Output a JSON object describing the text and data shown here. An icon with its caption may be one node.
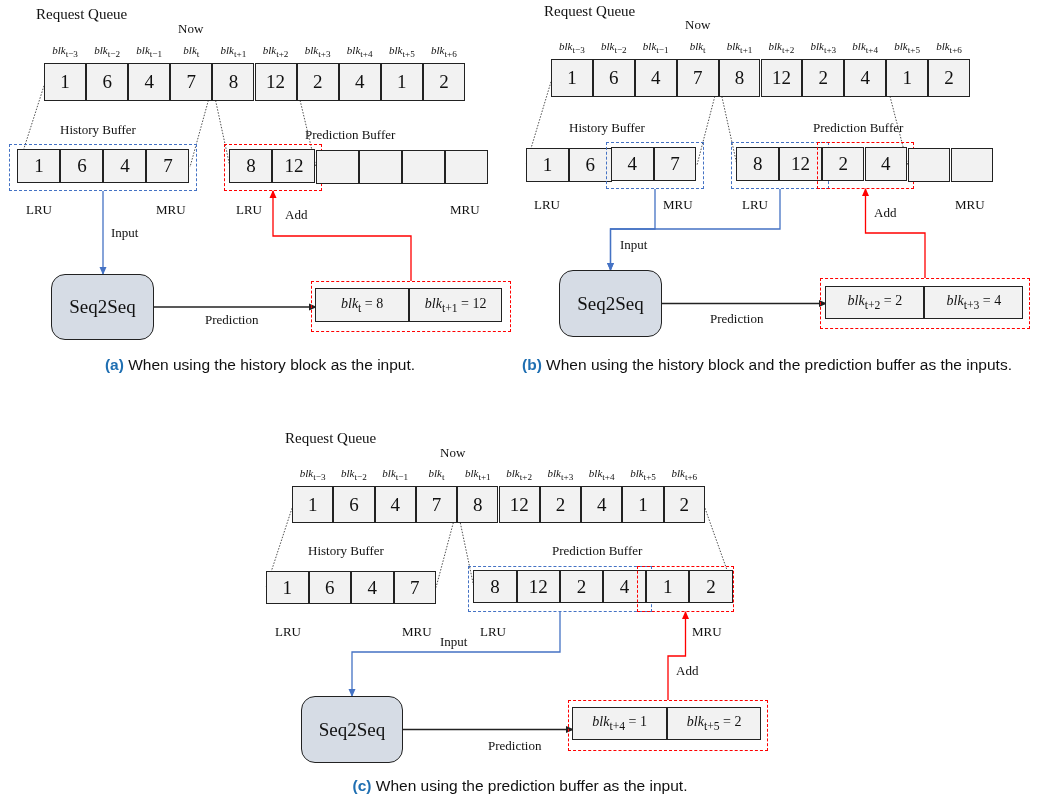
{
  "diagram": {
    "nodes": [
      {
        "text": [
          "1"
        ],
        "beside": [
          "*blk*$_{t−3}$"
        ]
      },
      {
        "text": [
          "6"
        ],
        "beside": [
          "*blk*$_{t−2}$"
        ]
      },
      {
        "text": [
          "4"
        ],
        "beside": [
          "*blk*$_{t−1}$"
        ]
      },
      {
        "text": [
          "7"
        ],
        "beside": [
          "*blk*$_{t}$"
        ]
      },
      {
        "text": [
          "8"
        ],
        "beside": [
          "*blk*$_{t+1}$"
        ]
      },
      {
        "text": [
          "12"
        ],
        "beside": [
          "*blk*$_{t+2}$"
        ]
      },
      {
        "text": [
          "2"
        ],
        "beside": [
          "*blk*$_{t+3}$"
        ]
      },
      {
        "text": [
          "4"
        ],
        "beside": [
          "*blk*$_{t+4}$"
        ]
      },
      {
        "text": [
          "1"
        ],
        "beside": [
          "*blk*$_{t+5}$"
        ]
      },
      {
        "text": [
          "2"
        ],
        "beside": [
          "*blk*$_{t+6}$"
        ]
      },
      {
        "text": [],
        "shape": "box"
      },
      {
        "text": [
          "1"
        ],
        "in": 10
      },
      {
        "text": [
          "6"
        ],
        "in": 10
      },
      {
        "text": [
          "4"
        ],
        "in": 10
      },
      {
        "text": [
          "7"
        ],
        "in": 10
      },
      {
        "text": [],
        "shape": "box"
      },
      {
        "text": [
          "8"
        ],
        "in": 15
      },
      {
        "text": [
          "12"
        ],
        "in": 15
      },
      {
        "text": [],
        "shape": "box"
      },
      {
        "text": [],
        "shape": "box"
      },
      {
        "text": [],
        "shape": "box"
      },
      {
        "text": [],
        "shape": "box"
      },
      {
        "text": [
          "Seq2Seq"
        ]
      },
      {
        "text": [],
        "shape": "box"
      },
      {
        "text": [
          "*blk*$_{t}$ = 8"
        ],
        "in": 23
      },
      {
        "text": [
          "*blk*$_{t+1}$ = 12"
        ],
        "in": 23
      },
      {
        "text": [
          "1"
        ],
        "beside": [
          "*blk*$_{t−3}$"
        ]
      },
      {
        "text": [
          "6"
        ],
        "beside": [
          "*blk*$_{t−2}$"
        ]
      },
      {
        "text": [
          "4"
        ],
        "beside": [
          "*blk*$_{t−1}$"
        ]
      },
      {
        "text": [
          "7"
        ],
        "beside": [
          "*blk*$_{t}$"
        ]
      },
      {
        "text": [
          "8"
        ],
        "beside": [
          "*blk*$_{t+1}$"
        ]
      },
      {
        "text": [
          "12"
        ],
        "beside": [
          "*blk*$_{t+2}$"
        ]
      },
      {
        "text": [
          "2"
        ],
        "beside": [
          "*blk*$_{t+3}$"
        ]
      },
      {
        "text": [
          "4"
        ],
        "beside": [
          "*blk*$_{t+4}$"
        ]
      },
      {
        "text": [
          "1"
        ],
        "beside": [
          "*blk*$_{t+5}$"
        ]
      },
      {
        "text": [
          "2"
        ],
        "beside": [
          "*blk*$_{t+6}$"
        ]
      },
      {
        "text": [
          "1"
        ]
      },
      {
        "text": [
          "6"
        ]
      },
      {
        "text": [],
        "shape": "box"
      },
      {
        "text": [
          "4"
        ],
        "in": 38
      },
      {
        "text": [
          "7"
        ],
        "in": 38
      },
      {
        "text": [],
        "shape": "box"
      },
      {
        "text": [
          "8"
        ],
        "in": 41
      },
      {
        "text": [
          "12"
        ],
        "in": 41
      },
      {
        "text": [],
        "shape": "box"
      },
      {
        "text": [
          "2"
        ],
        "in": 44
      },
      {
        "text": [
          "4"
        ],
        "in": 44
      },
      {
        "text": [],
        "shape": "box"
      },
      {
        "text": [],
        "shape": "box"
      },
      {
        "text": [
          "Seq2Seq"
        ]
      },
      {
        "text": [],
        "shape": "box"
      },
      {
        "text": [
          "*blk*$_{t+2}$ = 2"
        ],
        "in": 50
      },
      {
        "text": [
          "*blk*$_{t+3}$ = 4"
        ],
        "in": 50
      },
      {
        "text": [
          "1"
        ],
        "beside": [
          "*blk*$_{t−3}$"
        ]
      },
      {
        "text": [
          "6"
        ],
        "beside": [
          "*blk*$_{t−2}$"
        ]
      },
      {
        "text": [
          "4"
        ],
        "beside": [
          "*blk*$_{t−1}$"
        ]
      },
      {
        "text": [
          "7"
        ],
        "beside": [
          "*blk*$_{t}$"
        ]
      },
      {
        "text": [
          "8"
        ],
        "beside": [
          "*blk*$_{t+1}$"
        ]
      },
      {
        "text": [
          "12"
        ],
        "beside": [
          "*blk*$_{t+2}$"
        ]
      },
      {
        "text": [
          "2"
        ],
        "beside": [
          "*blk*$_{t+3}$"
        ]
      },
      {
        "text": [
          "4"
        ],
        "beside": [
          "*blk*$_{t+4}$"
        ]
      },
      {
        "text": [
          "1"
        ],
        "beside": [
          "*blk*$_{t+5}$"
        ]
      },
      {
        "text": [
          "2"
        ],
        "beside": [
          "*blk*$_{t+6}$"
        ]
      },
      {
        "text": [
          "1"
        ]
      },
      {
        "text": [
          "6"
        ]
      },
      {
        "text": [
          "4"
        ]
      },
      {
        "text": [
          "7"
        ]
      },
      {
        "text": [],
        "shape": "box"
      },
      {
        "text": [
          "8"
        ],
        "in": 67
      },
      {
        "text": [
          "12"
        ],
        "in": 67
      },
      {
        "text": [
          "2"
        ],
        "in": 67
      },
      {
        "text": [
          "4"
        ],
        "in": 67
      },
      {
        "text": [],
        "shape": "box"
      },
      {
        "text": [
          "1"
        ],
        "in": 72
      },
      {
        "text": [
          "2"
        ],
        "in": 72
      },
      {
        "text": [
          "Seq2Seq"
        ]
      },
      {
        "text": [],
        "shape": "box"
      },
      {
        "text": [
          "*blk*$_{t+4}$ = 1"
        ],
        "in": 76
      },
      {
        "text": [
          "*blk*$_{t+5}$ = 2"
        ],
        "in": 76
      }
    ],
    "edges": [
      {
        "from": 0,
        "to": 11,
        "arrow": "none",
        "style": "dashed"
      },
      {
        "from": 3,
        "to": 14,
        "arrow": "none",
        "style": "dashed"
      },
      {
        "from": 4,
        "to": 16,
        "arrow": "none",
        "style": "dashed"
      },
      {
        "from": 6,
        "to": 17,
        "arrow": "none",
        "style": "dashed"
      },
      {
        "from": 10,
        "to": 22,
        "arrow": "to",
        "label": "Input",
        "color": "#4472c4"
      },
      {
        "from": 22,
        "to": 24,
        "arrow": "to",
        "label": "Prediction"
      },
      {
        "from": 23,
        "to": 15,
        "arrow": "to",
        "label": "Add",
        "color": "#ff0000"
      },
      {
        "from": 26,
        "to": 36,
        "arrow": "none",
        "style": "dashed"
      },
      {
        "from": 29,
        "to": 40,
        "arrow": "none",
        "style": "dashed"
      },
      {
        "from": 30,
        "to": 42,
        "arrow": "none",
        "style": "dashed"
      },
      {
        "from": 34,
        "to": 46,
        "arrow": "none",
        "style": "dashed"
      },
      {
        "from": 38,
        "to": 49,
        "arrow": "to",
        "label": "Input",
        "color": "#4472c4"
      },
      {
        "from": 41,
        "to": 49,
        "arrow": "to",
        "color": "#4472c4"
      },
      {
        "from": 49,
        "to": 51,
        "arrow": "to",
        "label": "Prediction"
      },
      {
        "from": 50,
        "to": 44,
        "arrow": "to",
        "label": "Add",
        "color": "#ff0000"
      },
      {
        "from": 53,
        "to": 63,
        "arrow": "none",
        "style": "dashed"
      },
      {
        "from": 56,
        "to": 66,
        "arrow": "none",
        "style": "dashed"
      },
      {
        "from": 57,
        "to": 68,
        "arrow": "none",
        "style": "dashed"
      },
      {
        "from": 62,
        "to": 74,
        "arrow": "none",
        "style": "dashed"
      },
      {
        "from": 67,
        "to": 75,
        "arrow": "to",
        "label": "Input",
        "color": "#4472c4"
      },
      {
        "from": 75,
        "to": 77,
        "arrow": "to",
        "label": "Prediction"
      },
      {
        "from": 76,
        "to": 72,
        "arrow": "to",
        "label": "Add",
        "color": "#ff0000"
      }
    ],
    "labels": [
      "Request Queue",
      "Now",
      "History Buffer",
      "Prediction Buffer",
      "LRU",
      "MRU",
      "LRU",
      "MRU",
      "**(a)** When using the history block as the input.",
      "Request Queue",
      "Now",
      "History Buffer",
      "Prediction Buffer",
      "LRU",
      "MRU",
      "LRU",
      "MRU",
      "**(b)** When using the history block and the prediction buffer as the inputs.",
      "Request Queue",
      "Now",
      "History Buffer",
      "Prediction Buffer",
      "LRU",
      "MRU",
      "LRU",
      "MRU",
      "**(c)** When using the prediction buffer as the input."
    ]
  }
}
